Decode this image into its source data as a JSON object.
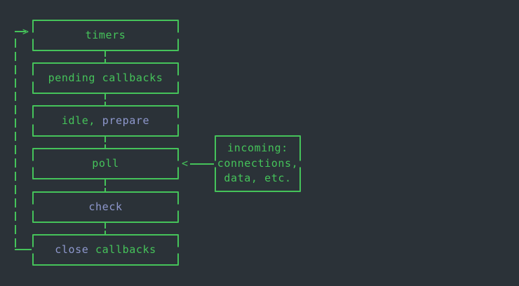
{
  "diagram": {
    "title": "event-loop-phases",
    "background_color": "#2b3238",
    "line_color": "#45c35a",
    "text_green": "#45c35a",
    "text_keyword": "#8e98cd",
    "phases": [
      {
        "id": "timers",
        "label": "timers",
        "parts": [
          {
            "text": "timers",
            "color": "green"
          }
        ]
      },
      {
        "id": "pending-callbacks",
        "label": "pending callbacks",
        "parts": [
          {
            "text": "pending callbacks",
            "color": "green"
          }
        ]
      },
      {
        "id": "idle-prepare",
        "label": "idle, prepare",
        "parts": [
          {
            "text": "idle, ",
            "color": "green"
          },
          {
            "text": "prepare",
            "color": "keyword"
          }
        ]
      },
      {
        "id": "poll",
        "label": "poll",
        "parts": [
          {
            "text": "poll",
            "color": "green"
          }
        ]
      },
      {
        "id": "check",
        "label": "check",
        "parts": [
          {
            "text": "check",
            "color": "keyword"
          }
        ]
      },
      {
        "id": "close-callbacks",
        "label": "close callbacks",
        "parts": [
          {
            "text": "close ",
            "color": "keyword"
          },
          {
            "text": "callbacks",
            "color": "green"
          }
        ]
      }
    ],
    "incoming": {
      "id": "incoming",
      "lines": [
        "incoming:",
        "connections,",
        "data, etc."
      ],
      "arrow": "<",
      "arrow_direction": "left"
    },
    "loop": {
      "arrow": ">",
      "arrow_direction": "right",
      "description": "close callbacks back to timers"
    }
  }
}
